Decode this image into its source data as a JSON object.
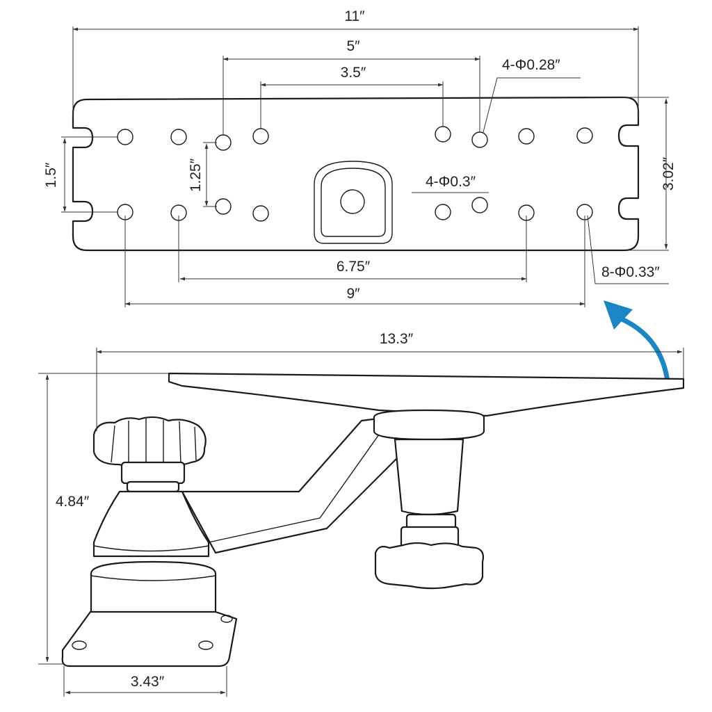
{
  "title": "Mount dimension drawing",
  "plate_dimensions": {
    "overall_length": "11″",
    "inner_spacing_5": "5″",
    "inner_spacing_3_5": "3.5″",
    "holes_028": "4-Φ0.28″",
    "side_spacing_1_5": "1.5″",
    "spacing_1_25": "1.25″",
    "holes_03": "4-Φ0.3″",
    "plate_width": "3.02″",
    "spacing_6_75": "6.75″",
    "spacing_9": "9″",
    "holes_033": "8-Φ0.33″"
  },
  "mount_dimensions": {
    "overall_length": "13.3″",
    "height": "4.84″",
    "base_width": "3.43″"
  },
  "colors": {
    "arrow": "#1a86c6",
    "line": "#1a1a1a"
  }
}
